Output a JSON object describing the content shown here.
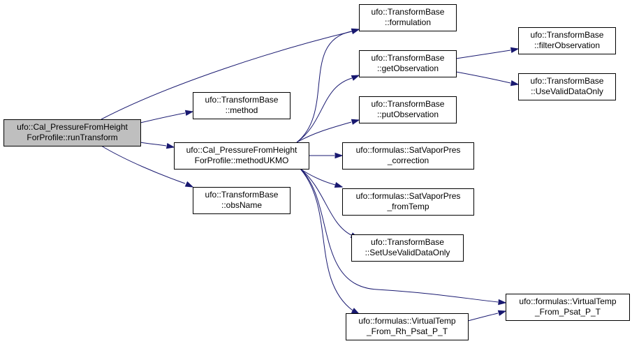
{
  "colors": {
    "edge": "#191970",
    "root_fill": "#bfbfbf",
    "node_fill": "#ffffff",
    "border": "#000000"
  },
  "nodes": [
    {
      "id": "runTransform",
      "lines": [
        "ufo::Cal_PressureFromHeight",
        "ForProfile::runTransform"
      ],
      "root": true
    },
    {
      "id": "formulation",
      "lines": [
        "ufo::TransformBase",
        "::formulation"
      ]
    },
    {
      "id": "method",
      "lines": [
        "ufo::TransformBase",
        "::method"
      ]
    },
    {
      "id": "methodUKMO",
      "lines": [
        "ufo::Cal_PressureFromHeight",
        "ForProfile::methodUKMO"
      ]
    },
    {
      "id": "obsName",
      "lines": [
        "ufo::TransformBase",
        "::obsName"
      ]
    },
    {
      "id": "getObservation",
      "lines": [
        "ufo::TransformBase",
        "::getObservation"
      ]
    },
    {
      "id": "putObservation",
      "lines": [
        "ufo::TransformBase",
        "::putObservation"
      ]
    },
    {
      "id": "satCorrection",
      "lines": [
        "ufo::formulas::SatVaporPres",
        "_correction"
      ]
    },
    {
      "id": "satFromTemp",
      "lines": [
        "ufo::formulas::SatVaporPres",
        "_fromTemp"
      ]
    },
    {
      "id": "setUseValid",
      "lines": [
        "ufo::TransformBase",
        "::SetUseValidDataOnly"
      ]
    },
    {
      "id": "vtRh",
      "lines": [
        "ufo::formulas::VirtualTemp",
        "_From_Rh_Psat_P_T"
      ]
    },
    {
      "id": "filterObservation",
      "lines": [
        "ufo::TransformBase",
        "::filterObservation"
      ]
    },
    {
      "id": "useValid",
      "lines": [
        "ufo::TransformBase",
        "::UseValidDataOnly"
      ]
    },
    {
      "id": "vtPsat",
      "lines": [
        "ufo::formulas::VirtualTemp",
        "_From_Psat_P_T"
      ]
    }
  ],
  "edges": [
    {
      "from": "runTransform",
      "to": "formulation"
    },
    {
      "from": "runTransform",
      "to": "method"
    },
    {
      "from": "runTransform",
      "to": "methodUKMO"
    },
    {
      "from": "runTransform",
      "to": "obsName"
    },
    {
      "from": "methodUKMO",
      "to": "formulation"
    },
    {
      "from": "methodUKMO",
      "to": "getObservation"
    },
    {
      "from": "methodUKMO",
      "to": "putObservation"
    },
    {
      "from": "methodUKMO",
      "to": "satCorrection"
    },
    {
      "from": "methodUKMO",
      "to": "satFromTemp"
    },
    {
      "from": "methodUKMO",
      "to": "setUseValid"
    },
    {
      "from": "methodUKMO",
      "to": "vtPsat"
    },
    {
      "from": "methodUKMO",
      "to": "vtRh"
    },
    {
      "from": "getObservation",
      "to": "filterObservation"
    },
    {
      "from": "getObservation",
      "to": "useValid"
    },
    {
      "from": "vtRh",
      "to": "vtPsat"
    }
  ]
}
